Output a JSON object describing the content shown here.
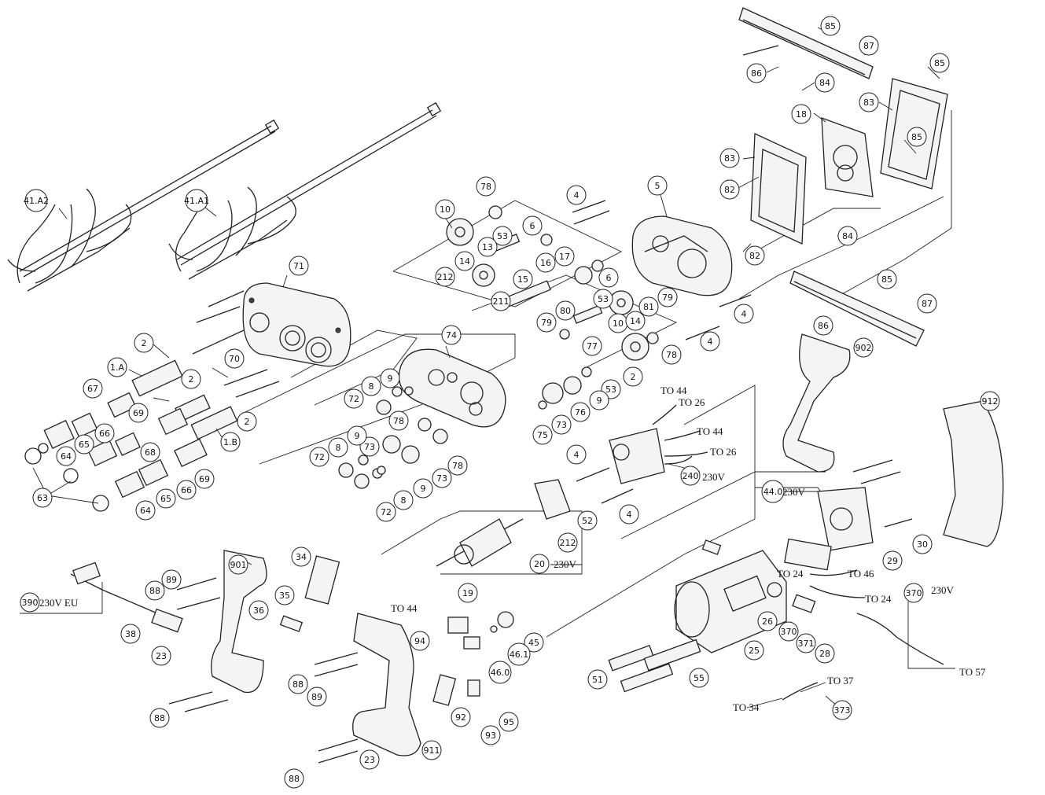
{
  "diagram": {
    "colors": {
      "ink": "#222222",
      "background": "#ffffff"
    },
    "callouts": [
      {
        "id": "c-85a",
        "text": "85"
      },
      {
        "id": "c-87a",
        "text": "87"
      },
      {
        "id": "c-85b",
        "text": "85"
      },
      {
        "id": "c-86a",
        "text": "86"
      },
      {
        "id": "c-84a",
        "text": "84"
      },
      {
        "id": "c-83a",
        "text": "83"
      },
      {
        "id": "c-18",
        "text": "18"
      },
      {
        "id": "c-85c",
        "text": "85"
      },
      {
        "id": "c-83b",
        "text": "83"
      },
      {
        "id": "c-82a",
        "text": "82"
      },
      {
        "id": "c-84b",
        "text": "84"
      },
      {
        "id": "c-82b",
        "text": "82"
      },
      {
        "id": "c-5",
        "text": "5"
      },
      {
        "id": "c-4a",
        "text": "4"
      },
      {
        "id": "c-78a",
        "text": "78"
      },
      {
        "id": "c-10a",
        "text": "10"
      },
      {
        "id": "c-53a",
        "text": "53"
      },
      {
        "id": "c-6a",
        "text": "6"
      },
      {
        "id": "c-13",
        "text": "13"
      },
      {
        "id": "c-14a",
        "text": "14"
      },
      {
        "id": "c-16",
        "text": "16"
      },
      {
        "id": "c-17",
        "text": "17"
      },
      {
        "id": "c-6b",
        "text": "6"
      },
      {
        "id": "c-212a",
        "text": "212"
      },
      {
        "id": "c-15",
        "text": "15"
      },
      {
        "id": "c-211",
        "text": "211"
      },
      {
        "id": "c-53b",
        "text": "53"
      },
      {
        "id": "c-81",
        "text": "81"
      },
      {
        "id": "c-79a",
        "text": "79"
      },
      {
        "id": "c-80",
        "text": "80"
      },
      {
        "id": "c-79b",
        "text": "79"
      },
      {
        "id": "c-10b",
        "text": "10"
      },
      {
        "id": "c-14b",
        "text": "14"
      },
      {
        "id": "c-4b",
        "text": "4"
      },
      {
        "id": "c-4c",
        "text": "4"
      },
      {
        "id": "c-78b",
        "text": "78"
      },
      {
        "id": "c-77",
        "text": "77"
      },
      {
        "id": "c-2a",
        "text": "2"
      },
      {
        "id": "c-53c",
        "text": "53"
      },
      {
        "id": "c-9a",
        "text": "9"
      },
      {
        "id": "c-76",
        "text": "76"
      },
      {
        "id": "c-73a",
        "text": "73"
      },
      {
        "id": "c-75",
        "text": "75"
      },
      {
        "id": "c-85d",
        "text": "85"
      },
      {
        "id": "c-87b",
        "text": "87"
      },
      {
        "id": "c-86b",
        "text": "86"
      },
      {
        "id": "c-902",
        "text": "902"
      },
      {
        "id": "c-912",
        "text": "912"
      },
      {
        "id": "c-41a2",
        "text": "41.A2"
      },
      {
        "id": "c-41a1",
        "text": "41.A1"
      },
      {
        "id": "c-71",
        "text": "71"
      },
      {
        "id": "c-2b",
        "text": "2"
      },
      {
        "id": "c-70",
        "text": "70"
      },
      {
        "id": "c-1a",
        "text": "1.A"
      },
      {
        "id": "c-2c",
        "text": "2"
      },
      {
        "id": "c-74",
        "text": "74"
      },
      {
        "id": "c-67",
        "text": "67"
      },
      {
        "id": "c-69a",
        "text": "69"
      },
      {
        "id": "c-2d",
        "text": "2"
      },
      {
        "id": "c-1b",
        "text": "1.B"
      },
      {
        "id": "c-66a",
        "text": "66"
      },
      {
        "id": "c-65a",
        "text": "65"
      },
      {
        "id": "c-64a",
        "text": "64"
      },
      {
        "id": "c-68",
        "text": "68"
      },
      {
        "id": "c-69b",
        "text": "69"
      },
      {
        "id": "c-66b",
        "text": "66"
      },
      {
        "id": "c-65b",
        "text": "65"
      },
      {
        "id": "c-63",
        "text": "63"
      },
      {
        "id": "c-64b",
        "text": "64"
      },
      {
        "id": "c-8a",
        "text": "8"
      },
      {
        "id": "c-9b",
        "text": "9"
      },
      {
        "id": "c-72a",
        "text": "72"
      },
      {
        "id": "c-78c",
        "text": "78"
      },
      {
        "id": "c-73b",
        "text": "73"
      },
      {
        "id": "c-8b",
        "text": "8"
      },
      {
        "id": "c-9c",
        "text": "9"
      },
      {
        "id": "c-72b",
        "text": "72"
      },
      {
        "id": "c-73c",
        "text": "73"
      },
      {
        "id": "c-78d",
        "text": "78"
      },
      {
        "id": "c-8c",
        "text": "8"
      },
      {
        "id": "c-9d",
        "text": "9"
      },
      {
        "id": "c-72c",
        "text": "72"
      },
      {
        "id": "c-4d",
        "text": "4"
      },
      {
        "id": "c-52",
        "text": "52"
      },
      {
        "id": "c-4e",
        "text": "4"
      },
      {
        "id": "c-212b",
        "text": "212"
      },
      {
        "id": "c-19",
        "text": "19"
      },
      {
        "id": "c-20",
        "text": "20"
      },
      {
        "id": "c-24",
        "text": "240"
      },
      {
        "id": "c-44",
        "text": "44.0"
      },
      {
        "id": "c-30",
        "text": "30"
      },
      {
        "id": "c-29",
        "text": "29"
      },
      {
        "id": "c-901",
        "text": "901"
      },
      {
        "id": "c-34",
        "text": "34"
      },
      {
        "id": "c-89a",
        "text": "89"
      },
      {
        "id": "c-88a",
        "text": "88"
      },
      {
        "id": "c-35",
        "text": "35"
      },
      {
        "id": "c-36",
        "text": "36"
      },
      {
        "id": "c-38",
        "text": "38"
      },
      {
        "id": "c-23a",
        "text": "23"
      },
      {
        "id": "c-88b",
        "text": "88"
      },
      {
        "id": "c-45",
        "text": "45"
      },
      {
        "id": "c-461",
        "text": "46.1"
      },
      {
        "id": "c-460",
        "text": "46.0"
      },
      {
        "id": "c-94",
        "text": "94"
      },
      {
        "id": "c-88c",
        "text": "88"
      },
      {
        "id": "c-89b",
        "text": "89"
      },
      {
        "id": "c-92",
        "text": "92"
      },
      {
        "id": "c-93",
        "text": "93"
      },
      {
        "id": "c-95",
        "text": "95"
      },
      {
        "id": "c-911",
        "text": "911"
      },
      {
        "id": "c-23b",
        "text": "23"
      },
      {
        "id": "c-88d",
        "text": "88"
      },
      {
        "id": "c-51",
        "text": "51"
      },
      {
        "id": "c-55",
        "text": "55"
      },
      {
        "id": "c-25",
        "text": "25"
      },
      {
        "id": "c-26",
        "text": "26"
      },
      {
        "id": "c-370a",
        "text": "370"
      },
      {
        "id": "c-371",
        "text": "371"
      },
      {
        "id": "c-28",
        "text": "28"
      },
      {
        "id": "c-370b",
        "text": "370"
      },
      {
        "id": "c-373",
        "text": "373"
      },
      {
        "id": "c-390",
        "text": "390"
      }
    ],
    "notes": [
      {
        "id": "n-24",
        "text": "230V"
      },
      {
        "id": "n-20",
        "text": "230V"
      },
      {
        "id": "n-44",
        "text": "230V"
      },
      {
        "id": "n-370",
        "text": "230V"
      },
      {
        "id": "n-390",
        "text": "230V EU"
      },
      {
        "id": "t-44a",
        "text": "TO 44"
      },
      {
        "id": "t-26a",
        "text": "TO 26"
      },
      {
        "id": "t-44b",
        "text": "TO 44"
      },
      {
        "id": "t-26b",
        "text": "TO 26"
      },
      {
        "id": "t-24a",
        "text": "TO 24"
      },
      {
        "id": "t-46",
        "text": "TO 46"
      },
      {
        "id": "t-24b",
        "text": "TO 24"
      },
      {
        "id": "t-57",
        "text": "TO 57"
      },
      {
        "id": "t-37",
        "text": "TO 37"
      },
      {
        "id": "t-34",
        "text": "TO 34"
      },
      {
        "id": "t-44c",
        "text": "TO 44"
      }
    ]
  }
}
